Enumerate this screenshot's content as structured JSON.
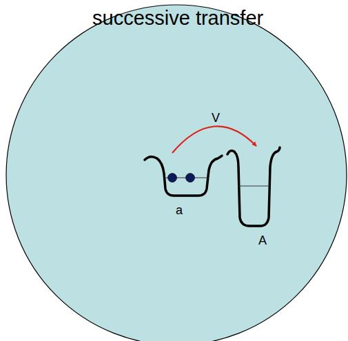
{
  "diagram": {
    "title": "successive transfer",
    "nodes": [
      {
        "text": [
          "a"
        ]
      },
      {
        "text": [
          "A"
        ]
      }
    ],
    "edges": [
      {
        "from": 0,
        "to": 1,
        "arrow": "to",
        "label": "V"
      }
    ]
  }
}
